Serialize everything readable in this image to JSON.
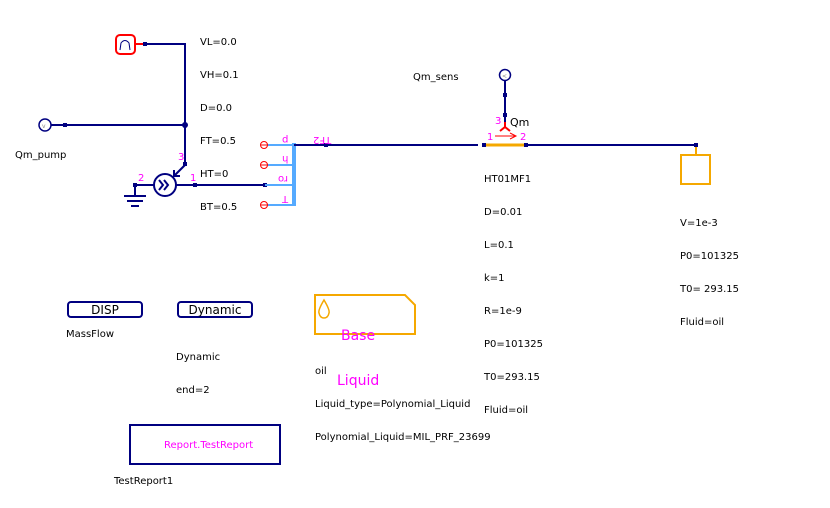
{
  "colors": {
    "wire": "#000080",
    "pin_label": "#ff00ff",
    "source_red": "#ff0000",
    "hydraulic_orange": "#f5a800",
    "port_blue": "#55aaff"
  },
  "signal_source": {
    "icon": "bandpass-signal-icon",
    "params": [
      "VL=0.0",
      "VH=0.1",
      "D=0.0",
      "FT=0.5",
      "HT=0",
      "BT=0.5"
    ]
  },
  "pump_input": {
    "icon": "voltage-source-icon",
    "label": "Qm_pump"
  },
  "pump": {
    "icon": "pump-icon",
    "pins": {
      "p1": "1",
      "p2": "2",
      "p3": "3"
    }
  },
  "ground": {
    "icon": "ground-icon"
  },
  "converter": {
    "name": "TF2",
    "ports": [
      "p",
      "h",
      "ro",
      "T"
    ]
  },
  "sensor": {
    "icon": "sensor-probe-icon",
    "label": "Qm_sens",
    "meas_label": "Qm",
    "pins": {
      "p1": "1",
      "p2": "2",
      "p3": "3"
    }
  },
  "pipe": {
    "params": [
      "HT01MF1",
      "D=0.01",
      "L=0.1",
      "k=1",
      "R=1e-9",
      "P0=101325",
      "T0=293.15",
      "Fluid=oil"
    ]
  },
  "volume": {
    "params": [
      "V=1e-3",
      "P0=101325",
      "T0= 293.15",
      "Fluid=oil"
    ]
  },
  "disp": {
    "button": "DISP",
    "label": "MassFlow"
  },
  "dynamic": {
    "button": "Dynamic",
    "lines": [
      "Dynamic",
      "end=2"
    ]
  },
  "base_liquid": {
    "title_line1": "Base",
    "title_line2": "Liquid",
    "params": [
      "oil",
      "Liquid_type=Polynomial_Liquid",
      "Polynomial_Liquid=MIL_PRF_23699"
    ]
  },
  "report": {
    "title": "Report.TestReport",
    "label": "TestReport1"
  }
}
